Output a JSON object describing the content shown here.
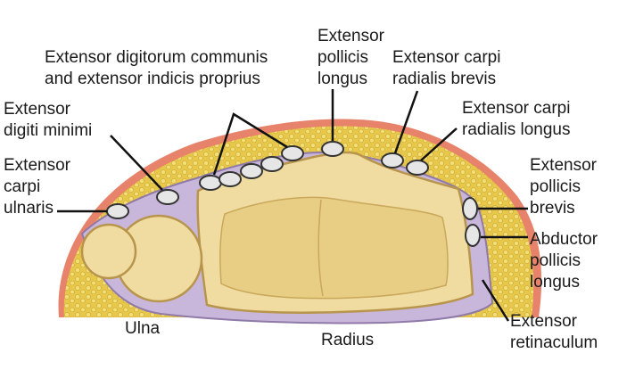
{
  "labels": {
    "digitorum": [
      "Extensor digitorum communis",
      "and extensor indicis proprius"
    ],
    "pollicis_longus": [
      "Extensor",
      "pollicis",
      "longus"
    ],
    "radialis_brevis": [
      "Extensor carpi",
      "radialis brevis"
    ],
    "digiti_minimi": [
      "Extensor",
      "digiti minimi"
    ],
    "radialis_longus": [
      "Extensor carpi",
      "radialis longus"
    ],
    "carpi_ulnaris": [
      "Extensor",
      "carpi",
      "ulnaris"
    ],
    "pollicis_brevis": [
      "Extensor",
      "pollicis",
      "brevis"
    ],
    "abductor": [
      "Abductor",
      "pollicis",
      "longus"
    ],
    "ulna": "Ulna",
    "radius": "Radius",
    "retinaculum": [
      "Extensor",
      "retinaculum"
    ]
  },
  "colors": {
    "skin": "#e8836b",
    "fat": "#e8c84a",
    "fat_dot": "#f3df7a",
    "sheath": "#c9b7db",
    "sheath_edge": "#8f7aa8",
    "bone": "#f0dba0",
    "bone_edge": "#b8954c",
    "bone_inner": "#e8cd84",
    "tendon": "#e6e6e6",
    "leader": "#111111"
  }
}
